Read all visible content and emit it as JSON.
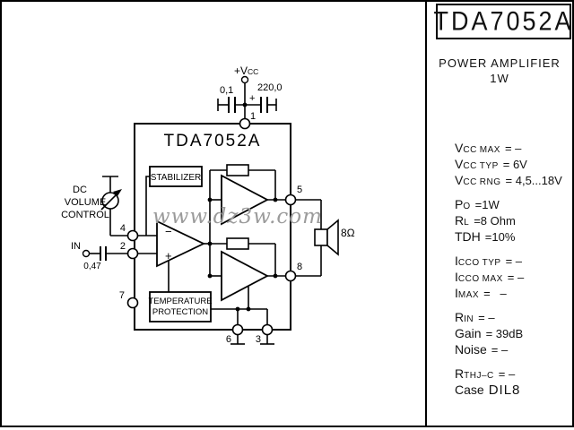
{
  "panel": {
    "title": "TDA7052A",
    "subtitle": "POWER AMPLIFIER",
    "subtitle2": "1W",
    "specs": [
      {
        "main": "V",
        "sub": "CC",
        "sub2": "MAX",
        "val": "= –"
      },
      {
        "main": "V",
        "sub": "CC",
        "sub2": "TYP",
        "val": "= 6V"
      },
      {
        "main": "V",
        "sub": "CC",
        "sub2": "RNG",
        "val": "= 4,5...18V"
      },
      {
        "main": "P",
        "sub": "O",
        "sub2": "",
        "val": "=1W",
        "gap": true
      },
      {
        "main": "R",
        "sub": "L",
        "sub2": "",
        "val": "=8 Ohm"
      },
      {
        "main": "TDH",
        "sub": "",
        "sub2": "",
        "val": "=10%"
      },
      {
        "main": "I",
        "sub": "CCO",
        "sub2": "TYP",
        "val": "= –",
        "gap": true
      },
      {
        "main": "I",
        "sub": "CCO",
        "sub2": "MAX",
        "val": "= –"
      },
      {
        "main": "I",
        "sub": "MAX",
        "sub2": "",
        "val": "=   –"
      },
      {
        "main": "R",
        "sub": "IN",
        "sub2": "",
        "val": "= –",
        "gap": true
      },
      {
        "main": "Gain",
        "sub": "",
        "sub2": "",
        "val": "= 39dB"
      },
      {
        "main": "Noise",
        "sub": "",
        "sub2": "",
        "val": "= –"
      },
      {
        "main": "R",
        "sub": "THJ–C",
        "sub2": "",
        "val": "= –",
        "gap": true
      },
      {
        "main": "Case",
        "sub": "",
        "sub2": "",
        "val": "DIL8",
        "big_val": true
      }
    ]
  },
  "schematic": {
    "ic_label": "TDA7052A",
    "stabilizer": "STABILIZER",
    "temperature_line1": "TEMPERATURE",
    "temperature_line2": "PROTECTION",
    "supply_main": "+V",
    "supply_sub": "CC",
    "cap_bypass": "0,1",
    "cap_bulk": "220,0",
    "cap_bulk_plus": "+",
    "cap_input": "0,47",
    "input_label": "IN",
    "volume_line1": "DC",
    "volume_line2": "VOLUME",
    "volume_line3": "CONTROL",
    "speaker_impedance": "8Ω",
    "opamp_minus": "−",
    "opamp_plus": "+",
    "pin1": "1",
    "pin2": "2",
    "pin3": "3",
    "pin4": "4",
    "pin5": "5",
    "pin6": "6",
    "pin7": "7",
    "pin8": "8",
    "watermark": "www.dz3w.com"
  }
}
